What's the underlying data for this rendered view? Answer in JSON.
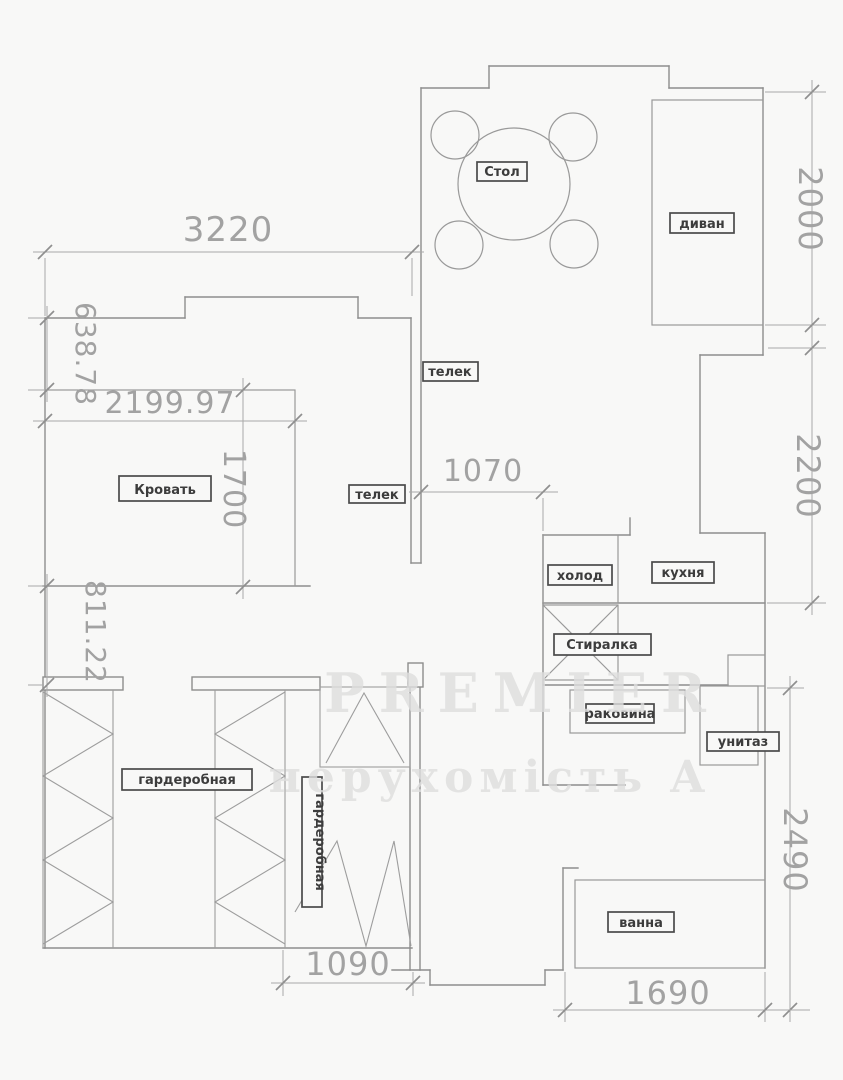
{
  "watermark": {
    "line1": "PREMIER",
    "line2": "нерухомість А"
  },
  "labels": {
    "table": "Стол",
    "sofa": "диван",
    "tv_top": "телек",
    "tv_bottom": "телек",
    "bed": "Кровать",
    "fridge": "холод",
    "kitchen": "кухня",
    "washer": "Стиралка",
    "wardrobe_horizontal": "гардеробная",
    "wardrobe_vertical": "гардеробная",
    "sink": "раковина",
    "toilet": "унитаз",
    "bath": "ванна"
  },
  "dims": {
    "top_width": "3220",
    "left_upper": "638.78",
    "bed_width": "2199.97",
    "bed_height": "1700",
    "left_lower": "811.22",
    "hall_width": "1070",
    "right_living": "2000",
    "right_kitchen": "2200",
    "right_bath": "2490",
    "bottom_hall": "1090",
    "bottom_bath": "1690"
  },
  "colors": {
    "wall_line": "#8d8d8d",
    "dimension_text": "#a2a2a2",
    "label_text": "#3c3c3c",
    "watermark": "#dedede"
  }
}
